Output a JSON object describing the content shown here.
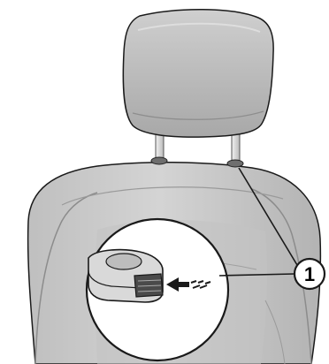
{
  "diagram": {
    "callouts": [
      {
        "label": "1"
      }
    ],
    "icons": {
      "headrest": "headrest-illustration",
      "seat_back": "seat-back-illustration",
      "headrest_guide": "headrest-guide-release-button",
      "press_arrow": "press-direction-arrow"
    },
    "colors": {
      "outline": "#1a1a1a",
      "seat_fill": "#c9c9c9",
      "seat_shadow": "#a9a9a9",
      "headrest_fill": "#bdbdbd",
      "zoom_bg": "#ffffff",
      "stem_fill": "#e8e8e8"
    }
  }
}
